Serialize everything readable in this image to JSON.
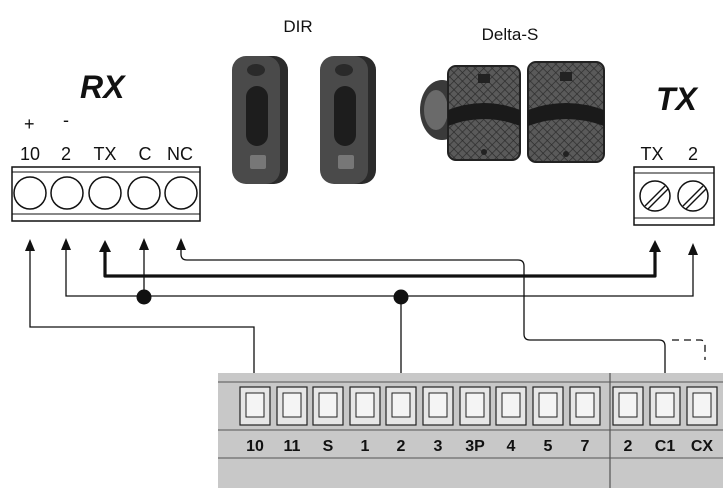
{
  "devices": {
    "dir": "DIR",
    "delta_s": "Delta-S"
  },
  "rx": {
    "title": "RX",
    "plus": "+",
    "minus": "-",
    "terminals": [
      "10",
      "2",
      "TX",
      "C",
      "NC"
    ]
  },
  "tx": {
    "title": "TX",
    "terminals": [
      "TX",
      "2"
    ]
  },
  "board": {
    "terminals_main": [
      "10",
      "11",
      "S",
      "1",
      "2",
      "3",
      "3P",
      "4",
      "5",
      "7"
    ],
    "terminals_side": [
      "2",
      "C1",
      "CX"
    ]
  },
  "colors": {
    "board_fill": "#c8c8c8",
    "terminal_block": "#ffffff",
    "ink": "#111111",
    "device_dark": "#3a3a3a"
  }
}
